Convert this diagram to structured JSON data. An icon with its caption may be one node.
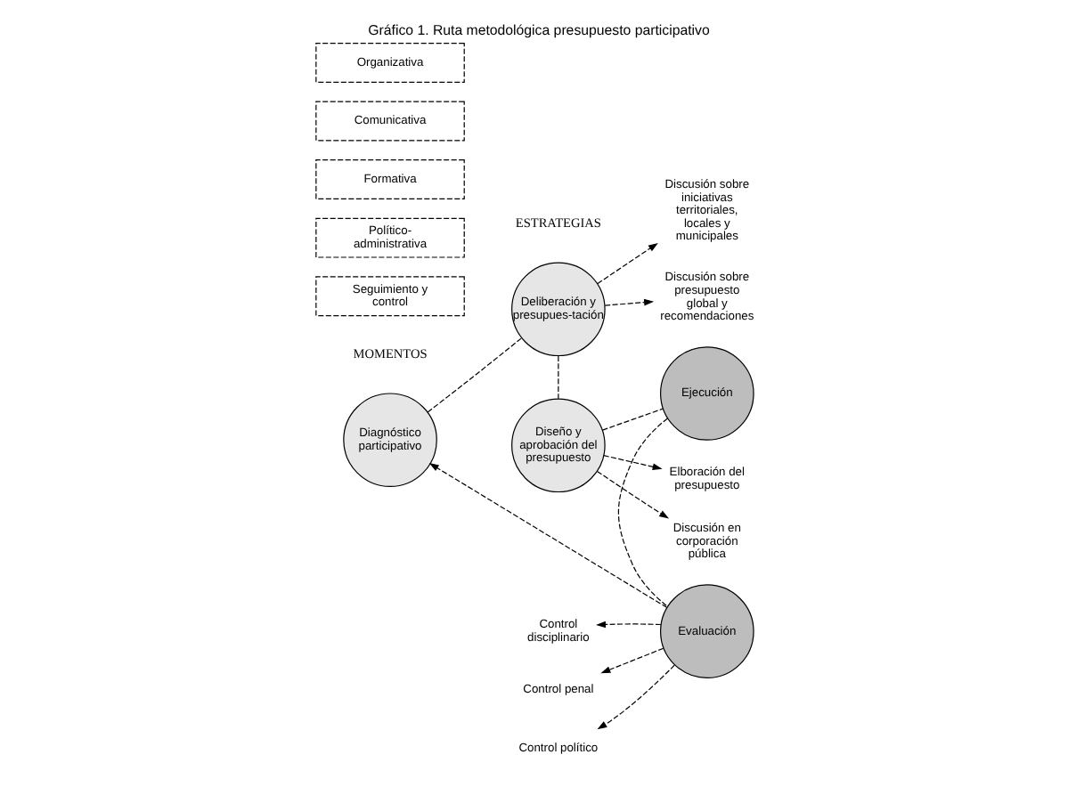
{
  "diagram": {
    "title": "Gráfico 1. Ruta metodológica presupuesto participativo",
    "nodes": [
      {
        "text": [
          "Diagnóstico participativo"
        ]
      },
      {
        "text": [
          "Deliberación y presupues-tación"
        ]
      },
      {
        "text": [
          "Diseño y aprobación del presupuesto"
        ]
      },
      {
        "text": [
          "Ejecución"
        ]
      },
      {
        "text": [
          "Evaluación"
        ]
      },
      {
        "text": [
          "Discusión sobre iniciativas territoriales, locales y municipales"
        ]
      },
      {
        "text": [
          "Discusión sobre presupuesto global y recomendaciones"
        ]
      },
      {
        "text": [
          "Elboración del presupuesto"
        ]
      },
      {
        "text": [
          "Discusión en corporación pública"
        ]
      },
      {
        "text": [
          "Control disciplinario"
        ]
      },
      {
        "text": [
          "Control penal"
        ]
      },
      {
        "text": [
          "Control político"
        ]
      },
      {
        "text": [
          "Organizativa"
        ]
      },
      {
        "text": [
          "Comunicativa"
        ]
      },
      {
        "text": [
          "Formativa"
        ]
      },
      {
        "text": [
          "Político-administrativa"
        ]
      },
      {
        "text": [
          "Seguimiento y control"
        ]
      }
    ],
    "edges": [
      {
        "from": 0,
        "to": 1,
        "arrow": "none",
        "style": "dashed"
      },
      {
        "from": 1,
        "to": 2,
        "arrow": "none",
        "style": "dashed"
      },
      {
        "from": 2,
        "to": 3,
        "arrow": "none",
        "style": "dashed"
      },
      {
        "from": 3,
        "to": 4,
        "arrow": "none",
        "style": "dashed"
      },
      {
        "from": 4,
        "to": 0,
        "arrow": "to",
        "style": "dashed"
      },
      {
        "from": 1,
        "to": 5,
        "arrow": "to",
        "style": "dashed"
      },
      {
        "from": 1,
        "to": 6,
        "arrow": "to",
        "style": "dashed"
      },
      {
        "from": 2,
        "to": 7,
        "arrow": "to",
        "style": "dashed"
      },
      {
        "from": 2,
        "to": 8,
        "arrow": "to",
        "style": "dashed"
      },
      {
        "from": 4,
        "to": 9,
        "arrow": "to",
        "style": "dashed"
      },
      {
        "from": 4,
        "to": 10,
        "arrow": "to",
        "style": "dashed"
      },
      {
        "from": 4,
        "to": 11,
        "arrow": "to",
        "style": "dashed"
      }
    ],
    "labels": [
      "ESTRATEGIAS",
      "MOMENTOS"
    ]
  }
}
